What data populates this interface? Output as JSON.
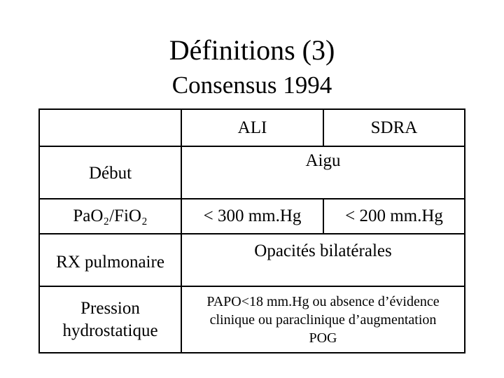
{
  "slide": {
    "title": "Définitions (3)",
    "subtitle": "Consensus 1994"
  },
  "table": {
    "header": {
      "corner": "",
      "ali": "ALI",
      "sdra": "SDRA"
    },
    "rows": [
      {
        "label": "Début",
        "value": "Aigu"
      },
      {
        "label": "PaO₂/FiO₂",
        "ali": "< 300 mm.Hg",
        "sdra": "< 200 mm.Hg"
      },
      {
        "label": "RX pulmonaire",
        "value": "Opacités bilatérales"
      },
      {
        "label_line1": "Pression",
        "label_line2": "hydrostatique",
        "value_line1": "PAPO<18 mm.Hg ou absence d’évidence",
        "value_line2": "clinique ou paraclinique d’augmentation",
        "value_line3": "POG"
      }
    ]
  }
}
